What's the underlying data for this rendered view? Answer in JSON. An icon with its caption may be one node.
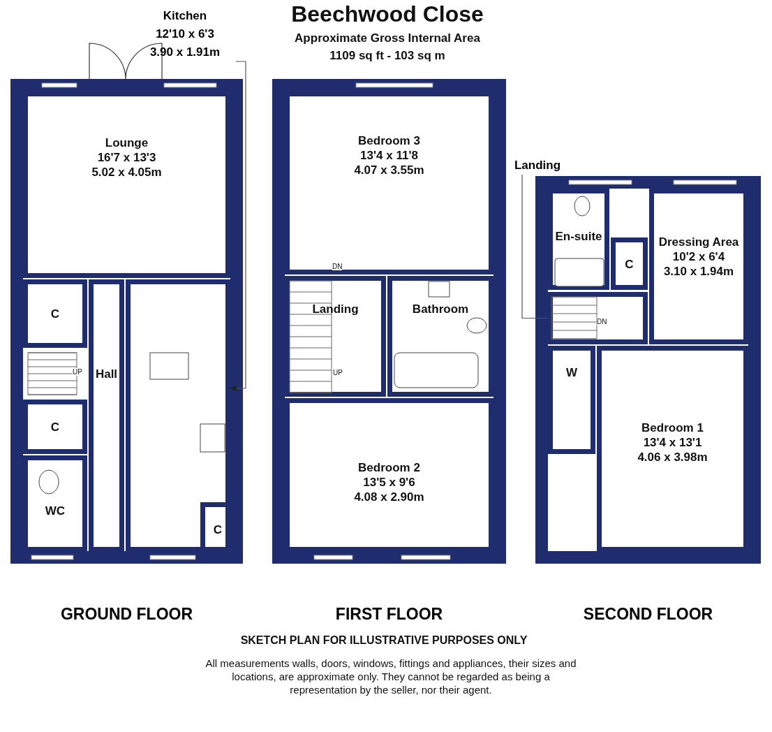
{
  "diagram": {
    "title": "Beechwood Close",
    "nodes": [
      {
        "text": [
          "GROUND FLOOR"
        ]
      },
      {
        "text": [
          "Lounge",
          "16'7 x 13'3",
          "5.02 x 4.05m"
        ],
        "in": 0
      },
      {
        "text": [
          "C"
        ],
        "in": 0
      },
      {
        "text": [
          "C"
        ],
        "in": 0
      },
      {
        "text": [
          "WC"
        ],
        "in": 0
      },
      {
        "text": [
          "Hall"
        ],
        "in": 0
      },
      {
        "text": [],
        "shape": "box",
        "in": 0
      },
      {
        "text": [
          "C"
        ],
        "in": 6
      },
      {
        "text": [
          "Kitchen",
          "12'10 x 6'3",
          "3.90 x 1.91m"
        ]
      },
      {
        "text": [
          "FIRST FLOOR"
        ]
      },
      {
        "text": [
          "Bedroom 3",
          "13'4 x 11'8",
          "4.07 x 3.55m"
        ],
        "in": 9
      },
      {
        "text": [
          "Landing"
        ],
        "in": 9
      },
      {
        "text": [
          "Bathroom"
        ],
        "in": 9
      },
      {
        "text": [
          "Bedroom 2",
          "13'5 x 9'6",
          "4.08 x 2.90m"
        ],
        "in": 9
      },
      {
        "text": [
          "SECOND FLOOR"
        ]
      },
      {
        "text": [
          "En-suite"
        ],
        "in": 14
      },
      {
        "text": [
          "C"
        ],
        "in": 14
      },
      {
        "text": [
          "Dressing Area",
          "10'2 x 6'4",
          "3.10 x 1.94m"
        ],
        "in": 14
      },
      {
        "text": [],
        "shape": "box",
        "in": 14
      },
      {
        "text": [
          "W"
        ],
        "in": 14
      },
      {
        "text": [
          "Bedroom 1",
          "13'4 x 13'1",
          "4.06 x 3.98m"
        ],
        "in": 14
      },
      {
        "text": [
          "Landing"
        ]
      }
    ],
    "edges": [
      {
        "from": 8,
        "to": 6,
        "arrow": "to"
      },
      {
        "from": 21,
        "to": 18,
        "arrow": "none"
      }
    ],
    "labels": [
      "Approximate Gross Internal Area",
      "1109 sq ft - 103 sq m",
      "DN",
      "DN",
      "UP",
      "UP",
      "SKETCH PLAN FOR ILLUSTRATIVE PURPOSES ONLY",
      "All measurements walls, doors, windows, fittings and appliances, their sizes and locations, are approximate only. They cannot be regarded as being a representation by the seller, nor their agent."
    ]
  }
}
